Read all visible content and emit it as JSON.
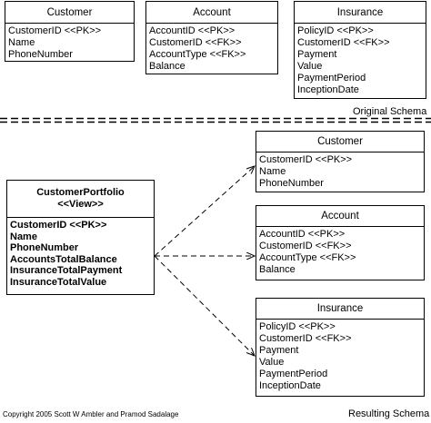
{
  "original": {
    "caption": "Original Schema",
    "tables": [
      {
        "name": "Customer",
        "attributes": [
          "CustomerID <<PK>>",
          "Name",
          "PhoneNumber"
        ]
      },
      {
        "name": "Account",
        "attributes": [
          "AccountID <<PK>>",
          "CustomerID <<FK>>",
          "AccountType <<FK>>",
          "Balance"
        ]
      },
      {
        "name": "Insurance",
        "attributes": [
          "PolicyID <<PK>>",
          "CustomerID <<FK>>",
          "Payment",
          "Value",
          "PaymentPeriod",
          "InceptionDate"
        ]
      }
    ]
  },
  "resulting": {
    "caption": "Resulting Schema",
    "view": {
      "name": "CustomerPortfolio",
      "stereotype": "<<View>>",
      "attributes": [
        "CustomerID <<PK>>",
        "Name",
        "PhoneNumber",
        "AccountsTotalBalance",
        "InsuranceTotalPayment",
        "InsuranceTotalValue"
      ]
    },
    "tables": [
      {
        "name": "Customer",
        "attributes": [
          "CustomerID <<PK>>",
          "Name",
          "PhoneNumber"
        ]
      },
      {
        "name": "Account",
        "attributes": [
          "AccountID <<PK>>",
          "CustomerID <<FK>>",
          "AccountType <<FK>>",
          "Balance"
        ]
      },
      {
        "name": "Insurance",
        "attributes": [
          "PolicyID <<PK>>",
          "CustomerID <<FK>>",
          "Payment",
          "Value",
          "PaymentPeriod",
          "InceptionDate"
        ]
      }
    ]
  },
  "copyright": "Copyright 2005 Scott W Ambler and Pramod Sadalage"
}
